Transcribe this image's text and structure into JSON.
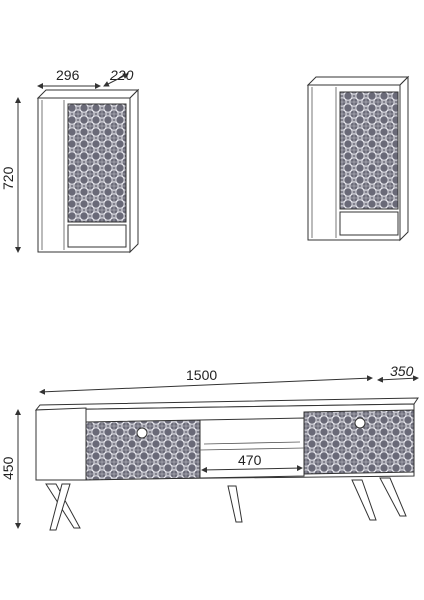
{
  "dimensions": {
    "wall_cabinet_width": "296",
    "wall_cabinet_depth": "220",
    "wall_cabinet_height": "720",
    "tv_stand_width": "1500",
    "tv_stand_depth": "350",
    "tv_stand_height": "450",
    "tv_stand_shelf_width": "470"
  }
}
